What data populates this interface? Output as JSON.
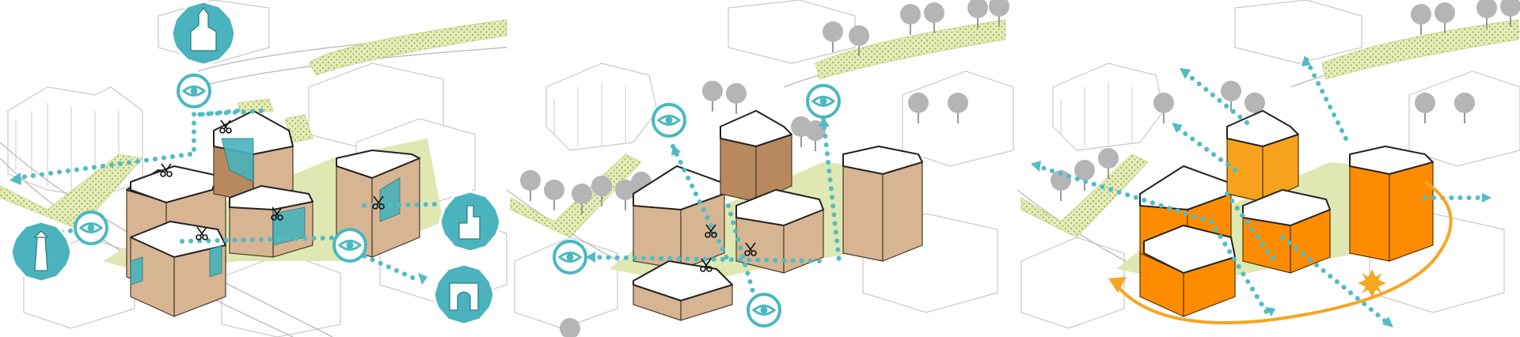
{
  "panels": [
    {
      "id": "panel-1",
      "theme": "views-and-landmarks",
      "massing_color": "#d7b592"
    },
    {
      "id": "panel-2",
      "theme": "view-axes-and-trees",
      "massing_color": "#d7b592"
    },
    {
      "id": "panel-3",
      "theme": "movement-and-sun-path",
      "massing_color": "#ff8c00"
    }
  ],
  "colors": {
    "accent_teal": "#4ab3bd",
    "ground_green": "#dfe8b2",
    "massing_tan": "#d7b592",
    "massing_tan_dark": "#b8895f",
    "massing_orange": "#ff8c00",
    "massing_orange_light": "#f6a21c",
    "sun_orbit": "#f5a623",
    "tree_grey": "#b5b5b5"
  },
  "icons": [
    "eye-icon",
    "church-landmark-icon",
    "tower-landmark-icon",
    "monument-landmark-icon",
    "gate-landmark-icon",
    "scissors-icon",
    "sun-icon",
    "arrow-icon"
  ]
}
